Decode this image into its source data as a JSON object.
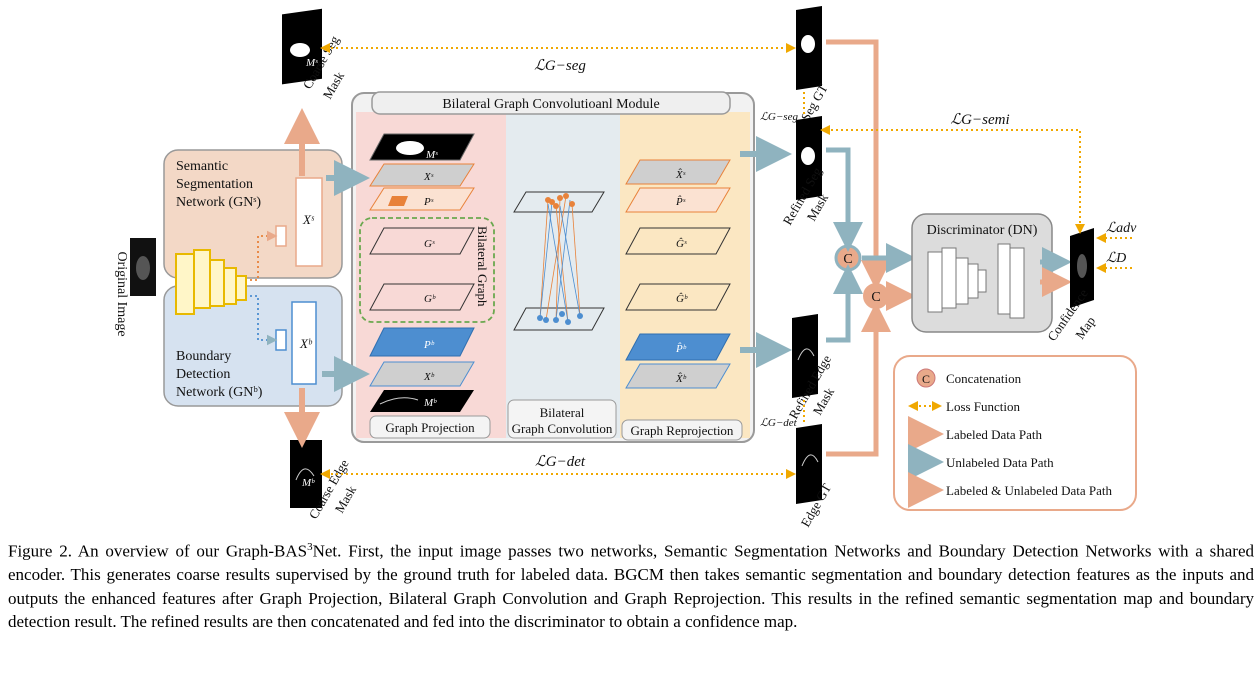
{
  "diagram": {
    "module_title": "Bilateral Graph Convolutioanl Module",
    "semantic_net": [
      "Semantic",
      "Segmentation",
      "Network (GNˢ)"
    ],
    "boundary_net": [
      "Boundary",
      "Detection",
      "Network (GNᵇ)"
    ],
    "original_image": "Original Image",
    "coarse_seg": [
      "Coarse Seg",
      "Mask"
    ],
    "coarse_edge": [
      "Coarse Edge",
      "Mask"
    ],
    "seg_gt": "Seg GT",
    "edge_gt": "Edge GT",
    "refined_seg": [
      "Refined Seg",
      "Mask"
    ],
    "refined_edge": [
      "Refined Edge",
      "Mask"
    ],
    "confidence": [
      "Confidence",
      "Map"
    ],
    "bilateral_graph": "Bilateral Graph",
    "graph_projection": "Graph Projection",
    "bilateral_graph_conv": [
      "Bilateral",
      "Graph Convolution"
    ],
    "graph_reprojection": "Graph Reprojection",
    "discriminator": "Discriminator (DN)",
    "concat_symbol": "C",
    "symbols": {
      "Ms": "Mˢ",
      "Mb": "Mᵇ",
      "Xs": "Xˢ",
      "Xb": "Xᵇ",
      "Ps": "Pˢ",
      "Pb": "Pᵇ",
      "Gs": "Gˢ",
      "Gb": "Gᵇ",
      "Xs_hat": "X̂ˢ",
      "Xb_hat": "X̂ᵇ",
      "Ps_hat": "P̂ˢ",
      "Pb_hat": "P̂ᵇ",
      "Gs_hat": "Ĝˢ",
      "Gb_hat": "Ĝᵇ"
    },
    "losses": {
      "g_seg": "ℒG−seg",
      "g_det": "ℒG−det",
      "g_semi": "ℒG−semi",
      "g_seg_small": "ℒG−seg",
      "g_det_small": "ℒG−det",
      "adv": "ℒadv",
      "d": "ℒD"
    },
    "legend": [
      {
        "symbol": "C",
        "label": "Concatenation"
      },
      {
        "symbol": "dotted-arrow",
        "label": "Loss Function"
      },
      {
        "symbol": "labeled-arrow",
        "label": "Labeled Data Path"
      },
      {
        "symbol": "unlabeled-arrow",
        "label": "Unlabeled Data Path"
      },
      {
        "symbol": "both-arrow",
        "label": "Labeled & Unlabeled  Data Path"
      }
    ],
    "colors": {
      "labeled": "#e9a98a",
      "unlabeled": "#8fb3bf",
      "loss": "#f0a800",
      "semantic_box": "#f3d8c6",
      "boundary_box": "#d6e2f0",
      "projection_bg": "#f8d9d6",
      "conv_bg": "#e4ebef",
      "reprojection_bg": "#fbe7c2",
      "orange_node": "#e8823a",
      "blue_node": "#4d8ed0"
    }
  },
  "caption": {
    "prefix": "Figure 2. An overview of our Graph-BAS",
    "sup": "3",
    "text": "Net. First, the input image passes two networks, Semantic Segmentation Networks and Boundary Detection Networks with a shared encoder. This generates coarse results supervised by the ground truth for labeled data. BGCM then takes semantic segmentation and boundary detection features as the inputs and outputs the enhanced features after Graph Projection, Bilateral Graph Convolution and Graph Reprojection. This results in the refined semantic segmentation map and boundary detection result. The refined results are then concatenated and fed into the discriminator to obtain a confidence map."
  }
}
